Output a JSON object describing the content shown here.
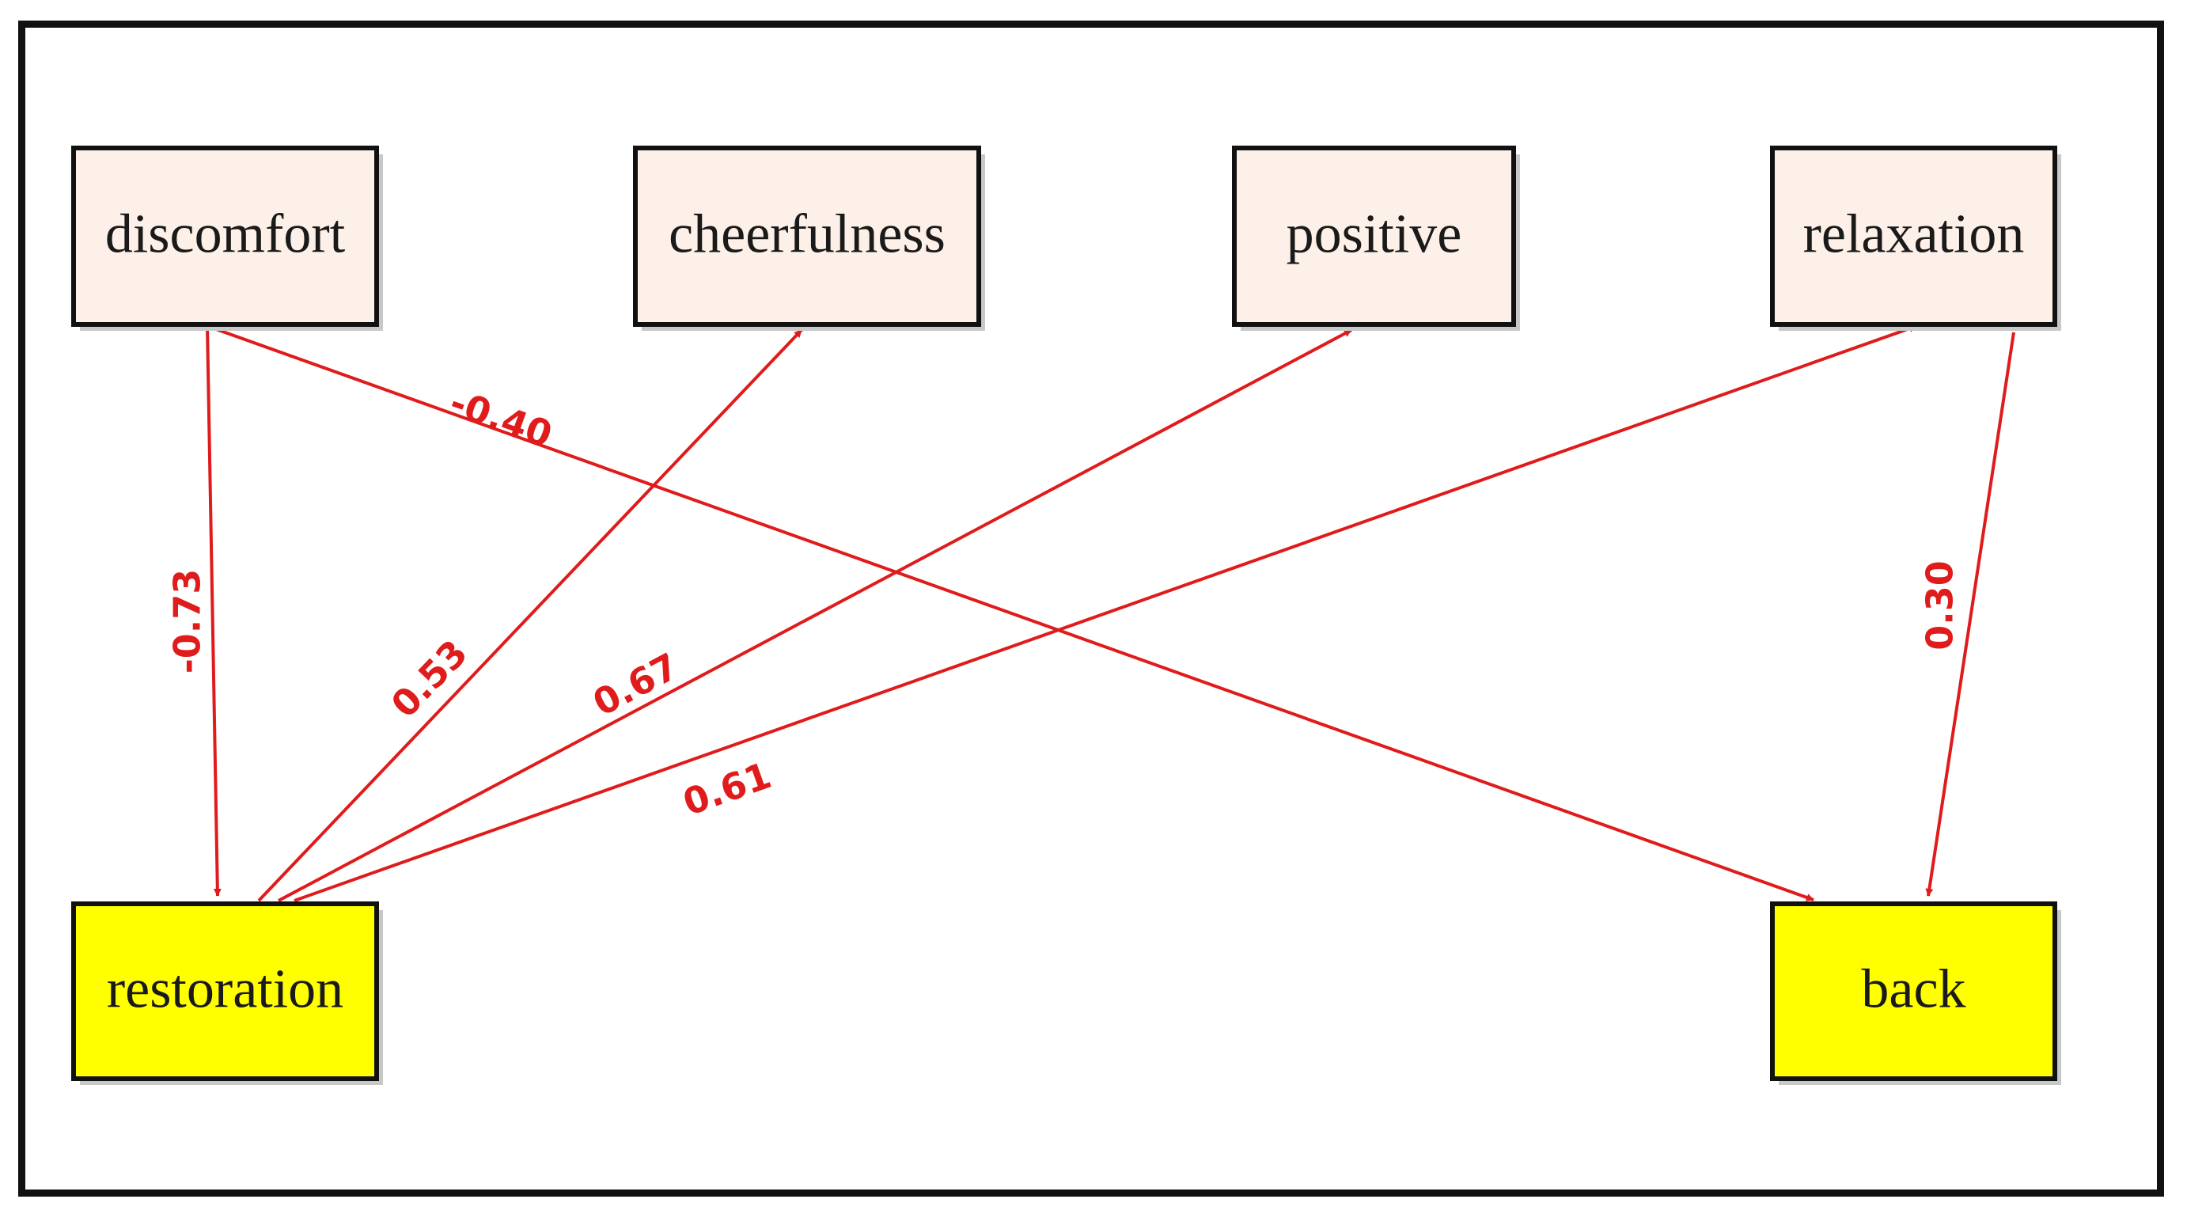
{
  "colors": {
    "arrow": "#e01b1b",
    "outcome_fill": "#fdf0e8",
    "outcome_stroke": "#111111",
    "predictor_fill": "#ffff00",
    "predictor_stroke": "#111111"
  },
  "nodes": [
    {
      "id": "discomfort",
      "label": "discomfort",
      "kind": "outcome"
    },
    {
      "id": "cheerfulness",
      "label": "cheerfulness",
      "kind": "outcome"
    },
    {
      "id": "positive",
      "label": "positive",
      "kind": "outcome"
    },
    {
      "id": "relaxation",
      "label": "relaxation",
      "kind": "outcome"
    },
    {
      "id": "restoration",
      "label": "restoration",
      "kind": "predictor"
    },
    {
      "id": "back",
      "label": "back",
      "kind": "predictor"
    }
  ],
  "edges": [
    {
      "id": "discomfort-restoration",
      "from": "discomfort",
      "to": "restoration",
      "coefficient": "-0.73"
    },
    {
      "id": "discomfort-back",
      "from": "discomfort",
      "to": "back",
      "coefficient": "-0.40"
    },
    {
      "id": "restoration-cheerfulness",
      "from": "restoration",
      "to": "cheerfulness",
      "coefficient": "0.53"
    },
    {
      "id": "restoration-positive",
      "from": "restoration",
      "to": "positive",
      "coefficient": "0.67"
    },
    {
      "id": "restoration-relaxation",
      "from": "restoration",
      "to": "relaxation",
      "coefficient": "0.61"
    },
    {
      "id": "relaxation-back",
      "from": "relaxation",
      "to": "back",
      "coefficient": "0.30"
    }
  ]
}
